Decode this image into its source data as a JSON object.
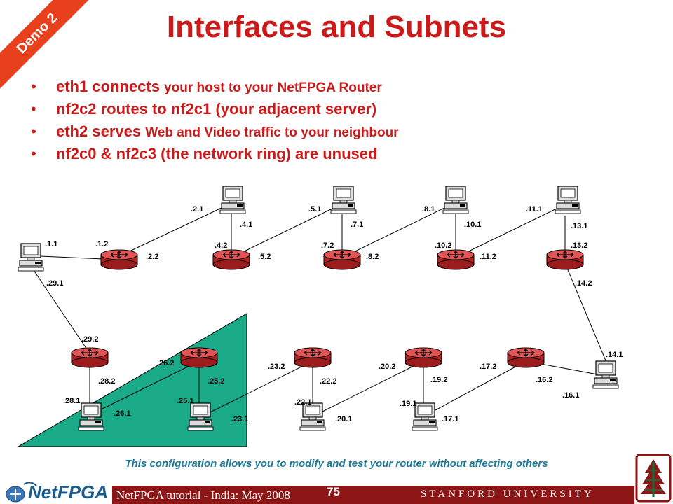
{
  "slide": {
    "title": "Interfaces and Subnets",
    "banner": "Demo 2",
    "bullets": [
      {
        "parts": [
          {
            "text": "eth1 connects ",
            "size": "lg"
          },
          {
            "text": "your host to your NetFPGA Router",
            "size": "sm"
          }
        ]
      },
      {
        "parts": [
          {
            "text": "nf2c2 routes to nf2c1 (your adjacent server)",
            "size": "lg"
          }
        ]
      },
      {
        "parts": [
          {
            "text": "eth2 serves ",
            "size": "lg"
          },
          {
            "text": "Web and Video traffic to your neighbour",
            "size": "sm"
          }
        ]
      },
      {
        "parts": [
          {
            "text": "nf2c0 & nf2c3 (the network ring) are unused",
            "size": "lg"
          }
        ]
      }
    ],
    "caption": "This configuration allows you to modify and test your router without affecting others",
    "footer_left": "NetFPGA tutorial - India: May 2008",
    "page_number": "75",
    "footer_right": "STANFORD UNIVERSITY",
    "logo_text": "NetFPGA"
  },
  "diagram": {
    "colors": {
      "router": "#cc3333",
      "triangle": "#1aaa88",
      "link": "#000000",
      "accent": "#cc1a1a"
    },
    "labels": [
      ".2.1",
      ".5.1",
      ".8.1",
      ".11.1",
      ".4.1",
      ".7.1",
      ".10.1",
      ".13.1",
      ".1.1",
      ".1.2",
      ".4.2",
      ".7.2",
      ".10.2",
      ".13.2",
      ".2.2",
      ".5.2",
      ".8.2",
      ".11.2",
      ".29.1",
      ".14.2",
      ".29.2",
      ".14.1",
      ".26.2",
      ".23.2",
      ".20.2",
      ".17.2",
      ".28.2",
      ".25.2",
      ".22.2",
      ".19.2",
      ".16.2",
      ".28.1",
      ".25.1",
      ".22.1",
      ".19.1",
      ".16.1",
      ".26.1",
      ".23.1",
      ".20.1",
      ".17.1"
    ]
  }
}
